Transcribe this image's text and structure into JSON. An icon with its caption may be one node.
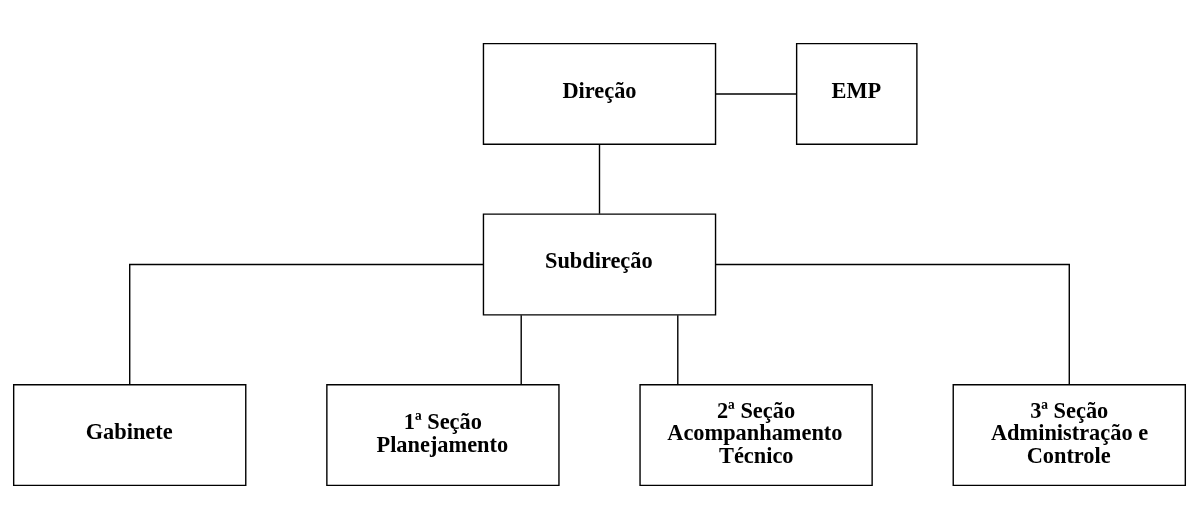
{
  "diagram": {
    "nodes": [
      {
        "text": [
          "Direção"
        ]
      },
      {
        "text": [
          "EMP"
        ]
      },
      {
        "text": [
          "Subdireção"
        ]
      },
      {
        "text": [
          "Gabinete"
        ]
      },
      {
        "text": [
          "1ª Seção Planejamento"
        ]
      },
      {
        "text": [
          "2ª Seção Acompanhamento Técnico"
        ]
      },
      {
        "text": [
          "3ª Seção Administração e Controle"
        ]
      }
    ],
    "edges": [
      {
        "from": 0,
        "to": 1,
        "arrow": "none"
      },
      {
        "from": 0,
        "to": 2,
        "arrow": "none"
      },
      {
        "from": 2,
        "to": 3,
        "arrow": "none"
      },
      {
        "from": 2,
        "to": 4,
        "arrow": "none"
      },
      {
        "from": 2,
        "to": 5,
        "arrow": "none"
      },
      {
        "from": 2,
        "to": 6,
        "arrow": "none"
      }
    ]
  }
}
